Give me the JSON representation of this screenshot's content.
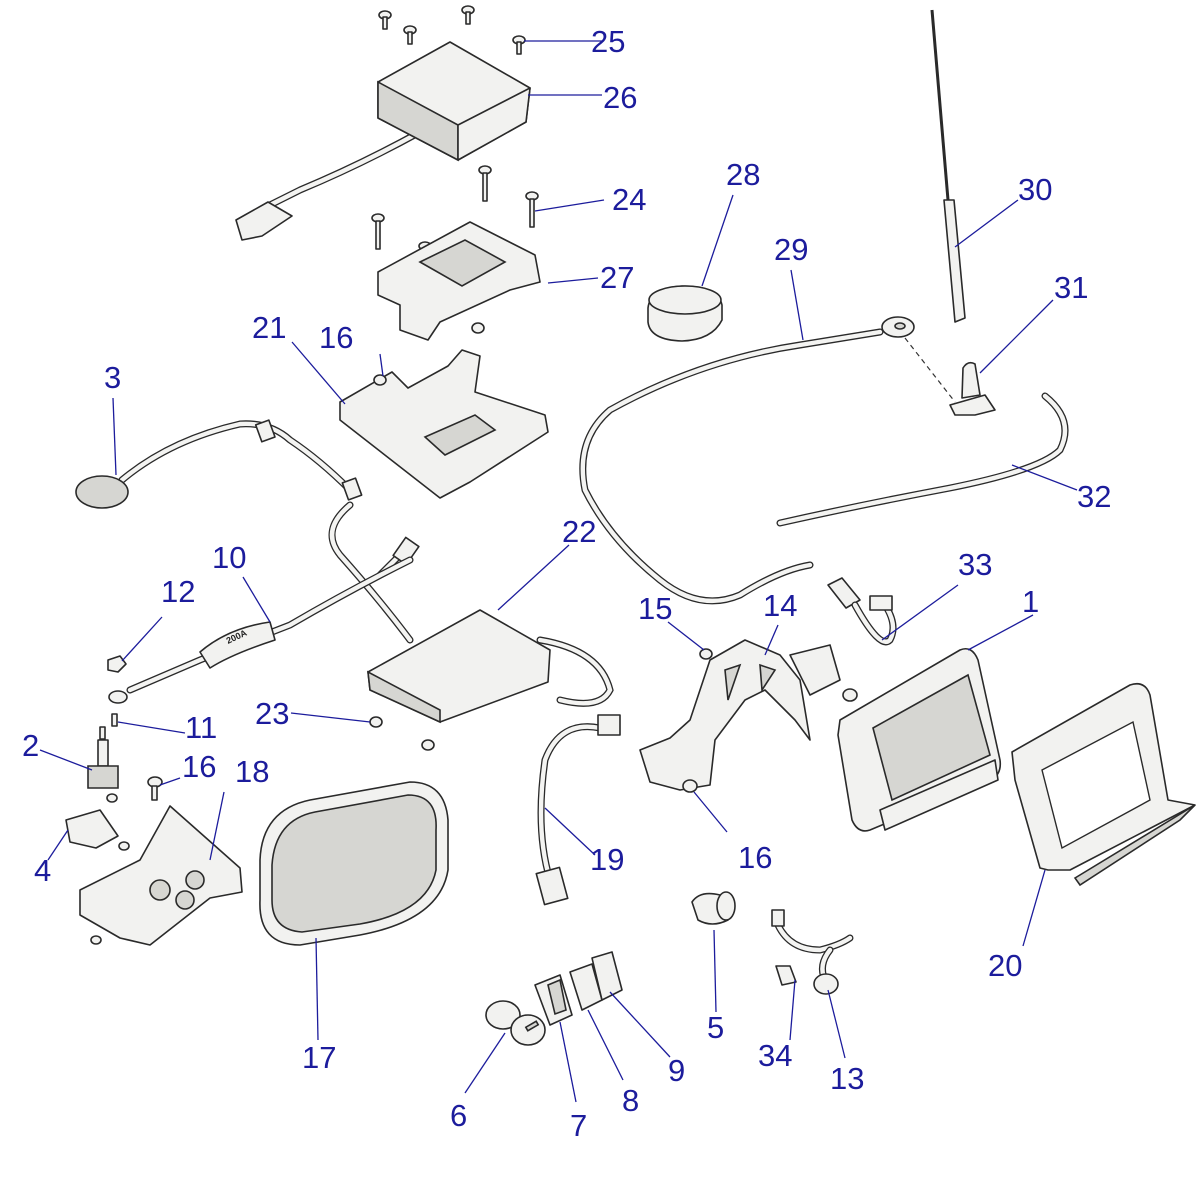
{
  "diagram": {
    "type": "exploded-parts-diagram",
    "subject": "electrical components: display, antenna, GPS, switches, gauge cluster",
    "label_color": "#1c1c9c",
    "callouts": [
      {
        "id": "1",
        "text": "1"
      },
      {
        "id": "2",
        "text": "2"
      },
      {
        "id": "3",
        "text": "3"
      },
      {
        "id": "4",
        "text": "4"
      },
      {
        "id": "5",
        "text": "5"
      },
      {
        "id": "6",
        "text": "6"
      },
      {
        "id": "7",
        "text": "7"
      },
      {
        "id": "8",
        "text": "8"
      },
      {
        "id": "9",
        "text": "9"
      },
      {
        "id": "10",
        "text": "10"
      },
      {
        "id": "11",
        "text": "11"
      },
      {
        "id": "12",
        "text": "12"
      },
      {
        "id": "13",
        "text": "13"
      },
      {
        "id": "14",
        "text": "14"
      },
      {
        "id": "15",
        "text": "15"
      },
      {
        "id": "16a",
        "text": "16"
      },
      {
        "id": "16b",
        "text": "16"
      },
      {
        "id": "16c",
        "text": "16"
      },
      {
        "id": "17",
        "text": "17"
      },
      {
        "id": "18",
        "text": "18"
      },
      {
        "id": "19",
        "text": "19"
      },
      {
        "id": "20",
        "text": "20"
      },
      {
        "id": "21",
        "text": "21"
      },
      {
        "id": "22",
        "text": "22"
      },
      {
        "id": "23",
        "text": "23"
      },
      {
        "id": "24",
        "text": "24"
      },
      {
        "id": "25",
        "text": "25"
      },
      {
        "id": "26",
        "text": "26"
      },
      {
        "id": "27",
        "text": "27"
      },
      {
        "id": "28",
        "text": "28"
      },
      {
        "id": "29",
        "text": "29"
      },
      {
        "id": "30",
        "text": "30"
      },
      {
        "id": "31",
        "text": "31"
      },
      {
        "id": "32",
        "text": "32"
      },
      {
        "id": "33",
        "text": "33"
      },
      {
        "id": "34",
        "text": "34"
      }
    ],
    "fuse_marking": "200A"
  }
}
